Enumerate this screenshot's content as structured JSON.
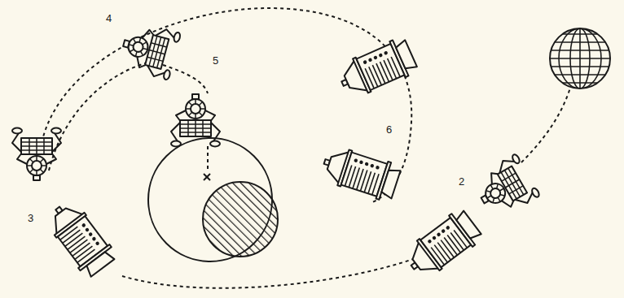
{
  "diagram": {
    "labels": [
      "4",
      "5",
      "6",
      "3",
      "2"
    ]
  }
}
